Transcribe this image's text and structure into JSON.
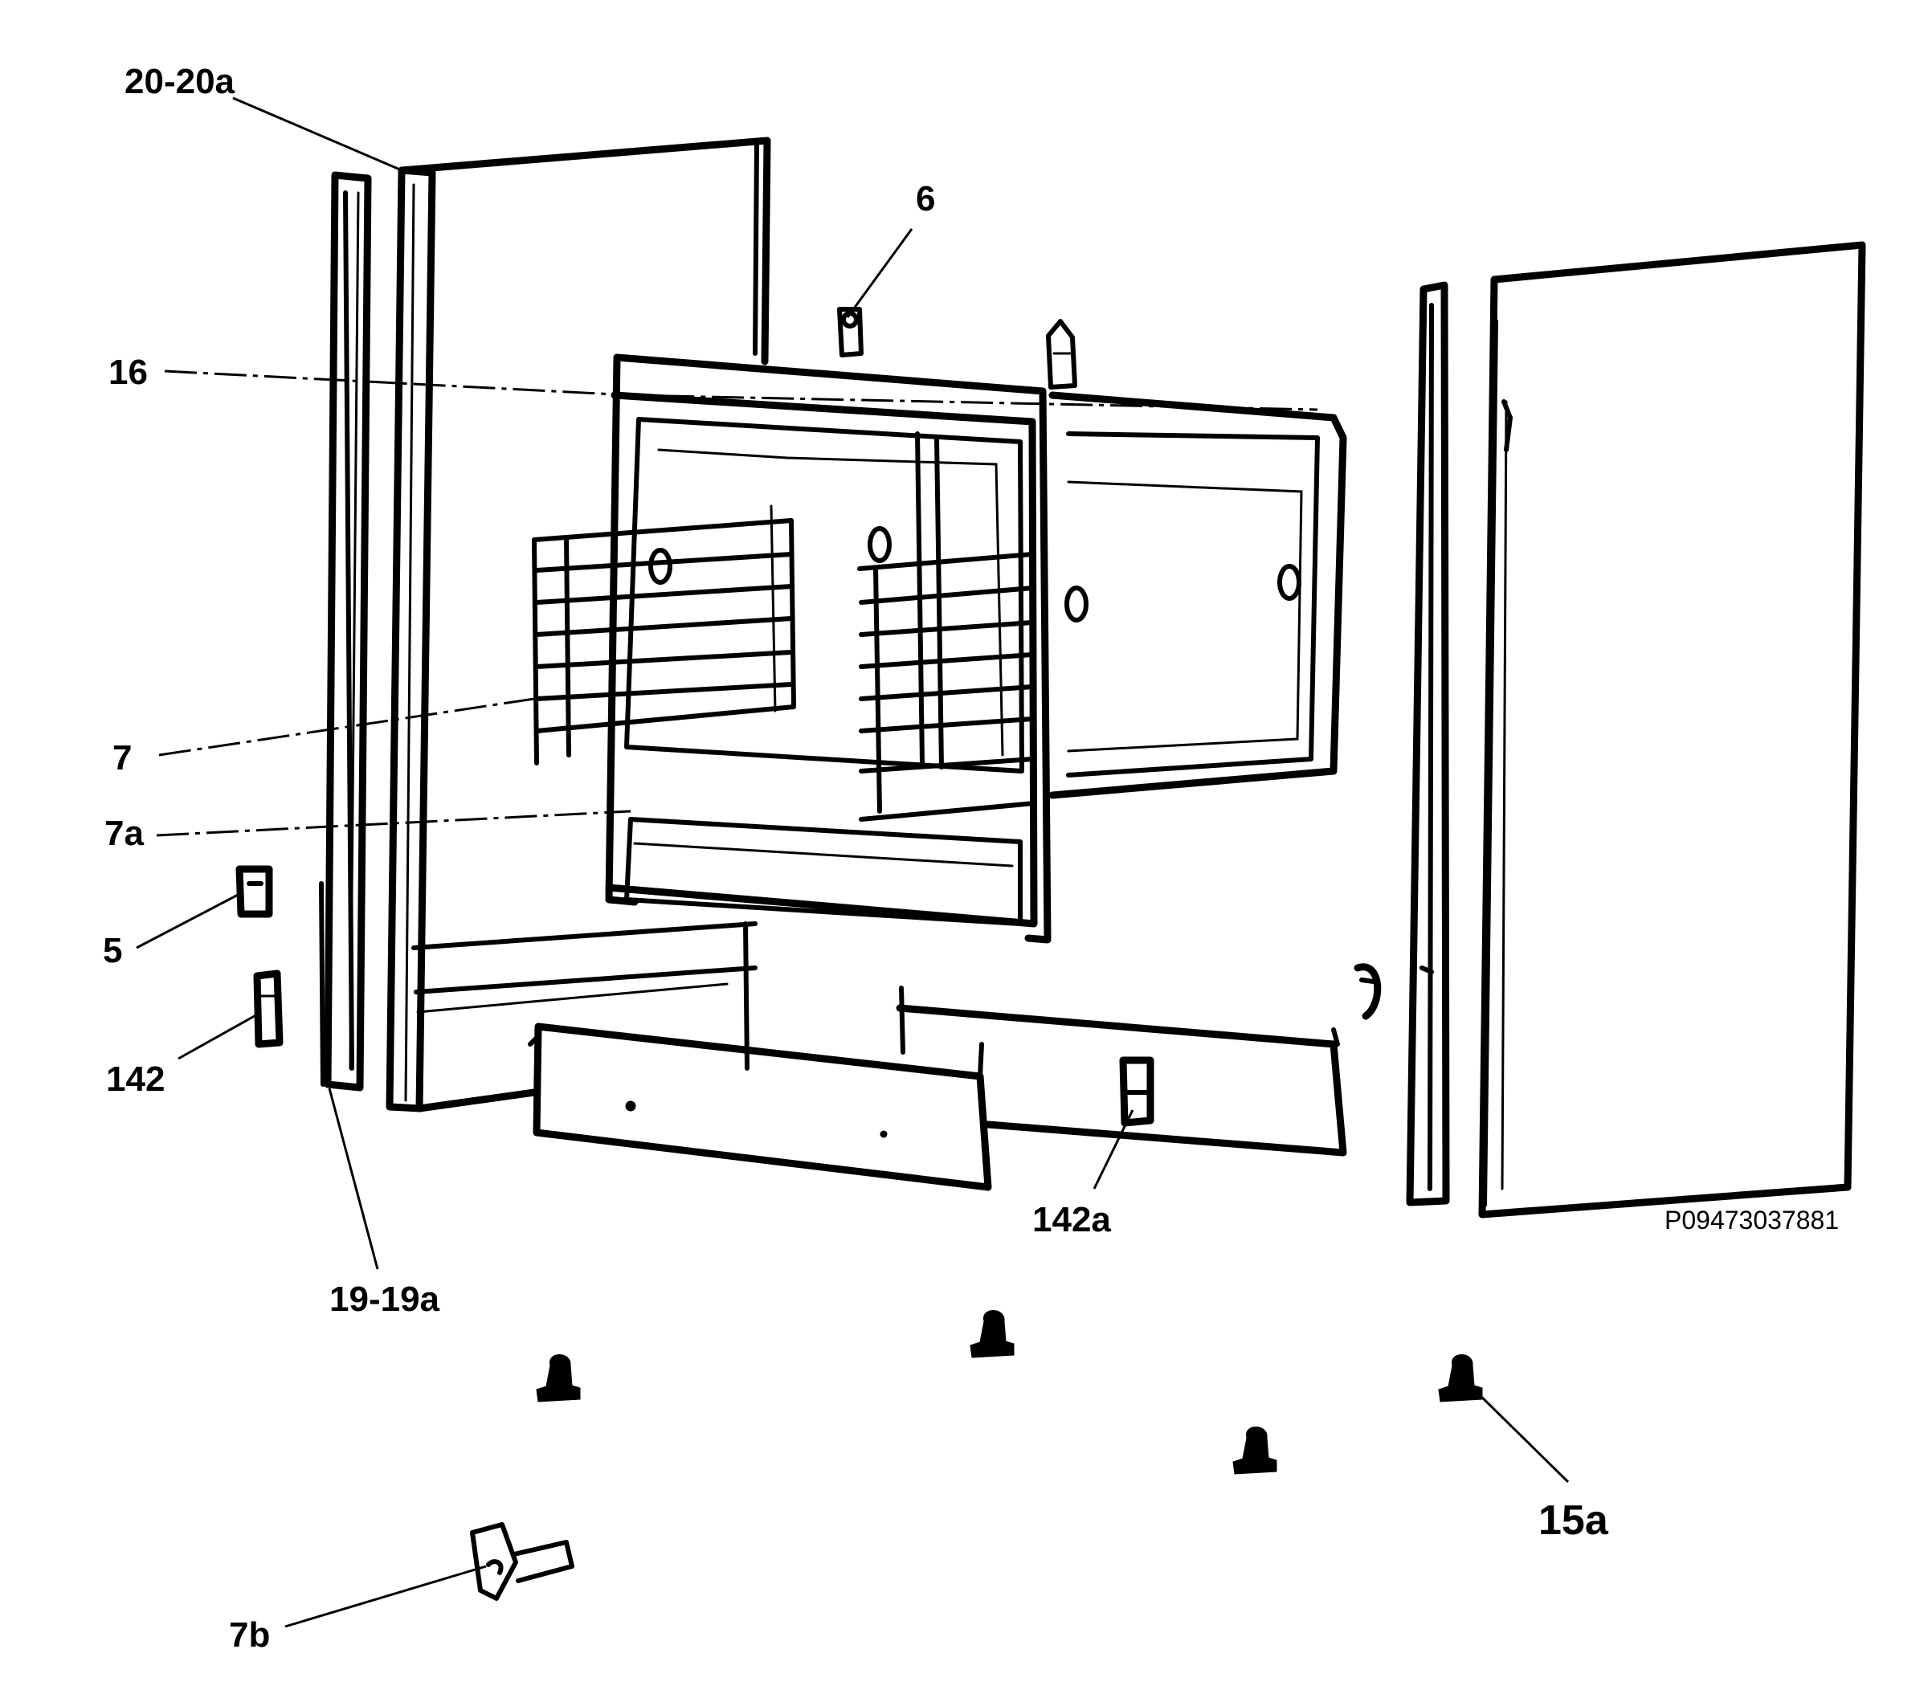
{
  "diagram": {
    "reference_code": "P09473037881",
    "callouts": {
      "c_20_20a": "20-20a",
      "c_6": "6",
      "c_16": "16",
      "c_7": "7",
      "c_7a": "7a",
      "c_5": "5",
      "c_142": "142",
      "c_19_19a": "19-19a",
      "c_142a": "142a",
      "c_15a": "15a",
      "c_7b": "7b"
    }
  }
}
